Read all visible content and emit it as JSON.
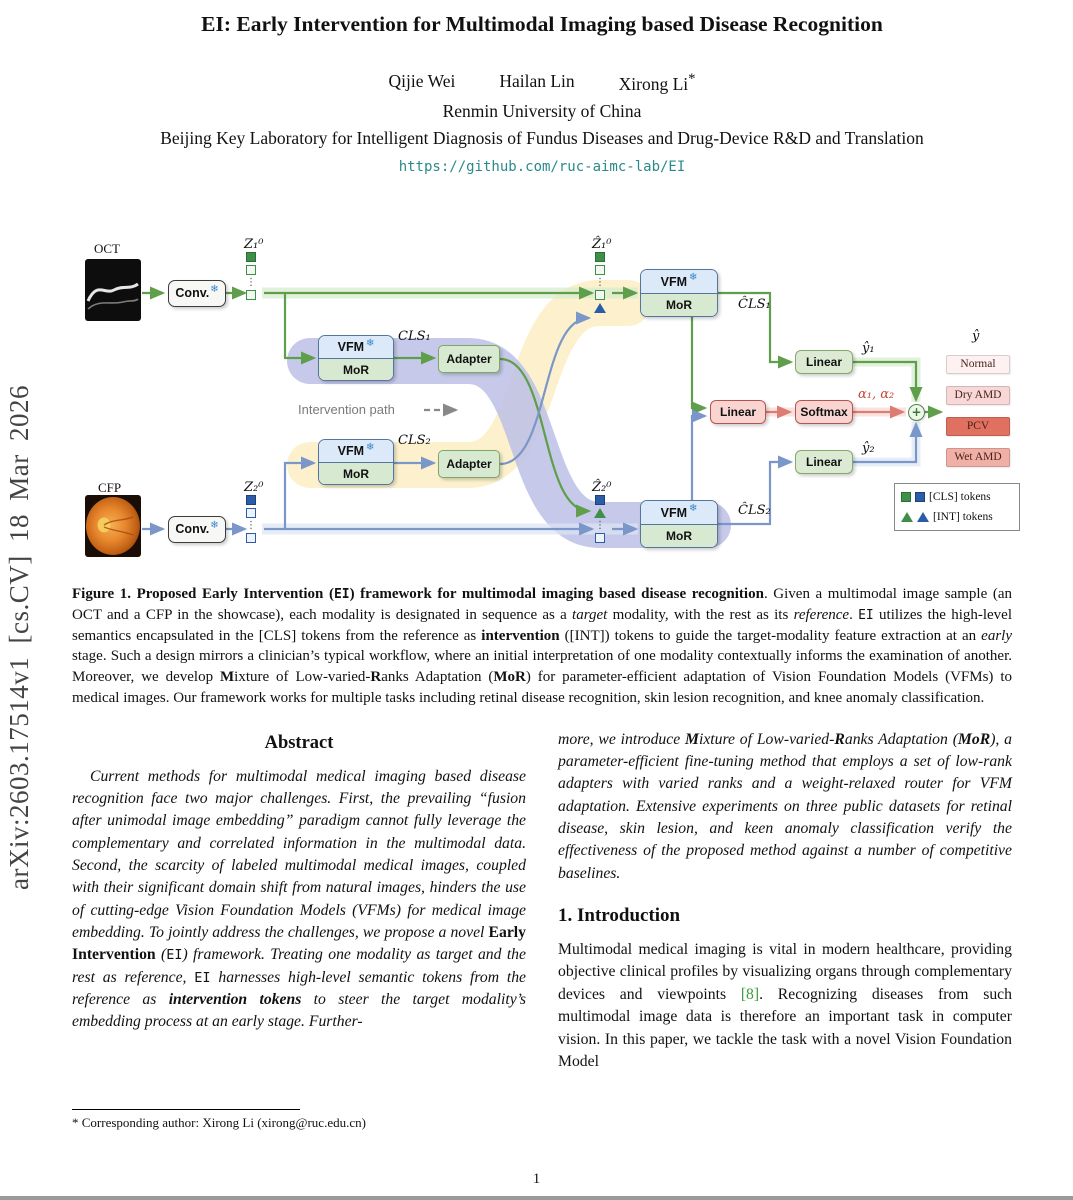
{
  "sidebar": {
    "arxiv_stamp": "arXiv:2603.17514v1 [cs.CV] 18 Mar 2026"
  },
  "header": {
    "title": "EI: Early Intervention for Multimodal Imaging based Disease Recognition",
    "authors": [
      {
        "name": "Qijie Wei"
      },
      {
        "name": "Hailan Lin"
      },
      {
        "name": "Xirong Li"
      }
    ],
    "author_mark": "*",
    "affiliation": "Renmin University of China",
    "lab_line": "Beijing Key Laboratory for Intelligent Diagnosis of Fundus Diseases and Drug-Device R&D and Translation",
    "repo_url": "https://github.com/ruc-aimc-lab/EI"
  },
  "figure": {
    "oct_label": "OCT",
    "cfp_label": "CFP",
    "conv_label": "Conv.",
    "frozen_icon": "❄",
    "vfm_label": "VFM",
    "mor_label": "MoR",
    "adapter_label": "Adapter",
    "intervention_path_label": "Intervention path",
    "dots": "⋮",
    "tokens": {
      "z1": "Z₁⁰",
      "z2": "Z₂⁰",
      "z1_hat": "Ẑ₁⁰",
      "z2_hat": "Ẑ₂⁰",
      "cls1": "CLS₁",
      "cls2": "CLS₂",
      "cls1_hat": "ĈLS₁",
      "cls2_hat": "ĈLS₂"
    },
    "heads": {
      "linear_label": "Linear",
      "softmax_label": "Softmax",
      "alpha_label": "α₁, α₂",
      "y1_label": "ŷ₁",
      "y2_label": "ŷ₂",
      "y_label": "ŷ",
      "plus_label": "+"
    },
    "classes": [
      {
        "label": "Normal",
        "color": "#fdf1f1"
      },
      {
        "label": "Dry AMD",
        "color": "#f7d8d6"
      },
      {
        "label": "PCV",
        "color": "#e0705f"
      },
      {
        "label": "Wet AMD",
        "color": "#f1b0a6"
      }
    ],
    "legend": {
      "cls_tokens": "[CLS] tokens",
      "int_tokens": "[INT] tokens"
    },
    "palette": {
      "token_green": "#3e9049",
      "token_blue": "#2b5ca8",
      "arrow_green": "#5f9e4a",
      "arrow_blue": "#7b96c9",
      "arrow_pink": "#dd7c72",
      "band_purple": "#bcc0e6",
      "band_yellow": "#fcf0c6"
    }
  },
  "caption": {
    "lead_bold_1": "Figure 1. Proposed Early Intervention (",
    "lead_mono": "EI",
    "lead_bold_2": ") framework for multimodal imaging based disease recognition",
    "body_1": ". Given a multimodal image sample (an OCT and a CFP in the showcase), each modality is designated in sequence as a ",
    "it_target": "target",
    "body_2": " modality, with the rest as its ",
    "it_reference": "reference",
    "body_3": ". ",
    "mono_ei": "EI",
    "body_4": " utilizes the high-level semantics encapsulated in the [CLS] tokens from the reference as ",
    "b_intervention": "intervention",
    "body_5": " ([INT]) tokens to guide the target-modality feature extraction at an ",
    "it_early": "early",
    "body_6": " stage. Such a design mirrors a clinician’s typical workflow, where an initial interpretation of one modality contextually informs the examination of another. Moreover, we develop ",
    "b_m": "M",
    "body_7": "ixture of Low-varied-",
    "b_r": "R",
    "body_8": "anks Adaptation (",
    "b_mor": "MoR",
    "body_9": ") for parameter-efficient adaptation of Vision Foundation Models (VFMs) to medical images. Our framework works for multiple tasks including retinal disease recognition, skin lesion recognition, and knee anomaly classification."
  },
  "abstract": {
    "heading": "Abstract",
    "p1_italic_1": "Current methods for multimodal medical imaging based disease recognition face two major challenges. First, the prevailing “fusion after unimodal image embedding” paradigm cannot fully leverage the complementary and correlated information in the multimodal data. Second, the scarcity of labeled multimodal medical images, coupled with their significant domain shift from natural images, hinders the use of cutting-edge Vision Foundation Models (VFMs) for medical image embedding. To jointly address the challenges, we propose a novel ",
    "p1_bold": "Early Intervention",
    "p1_italic_2": " (",
    "p1_mono_1": "EI",
    "p1_italic_3": ") framework. Treating one modality as target and the rest as reference, ",
    "p1_mono_2": "EI",
    "p1_italic_4": " harnesses high-level semantic tokens from the reference as ",
    "p1_bolditalic": "intervention tokens",
    "p1_italic_5": " to steer the target modality’s embedding process at an early stage. Further-",
    "p2_italic_1": "more, we introduce ",
    "p2_bi_m": "M",
    "p2_italic_2": "ixture of Low-varied-",
    "p2_bi_r": "R",
    "p2_italic_3": "anks Adaptation (",
    "p2_bi_mor": "MoR",
    "p2_italic_4": "), a parameter-efficient fine-tuning method that employs a set of low-rank adapters with varied ranks and a weight-relaxed router for VFM adaptation. Extensive experiments on three public datasets for retinal disease, skin lesion, and keen anomaly classification verify the effectiveness of the proposed method against a number of competitive baselines."
  },
  "intro": {
    "heading": "1. Introduction",
    "p1_1": "Multimodal medical imaging is vital in modern healthcare, providing objective clinical profiles by visualizing organs through complementary devices and viewpoints ",
    "cite_8": "[8]",
    "p1_2": ". Recognizing diseases from such multimodal image data is therefore an important task in computer vision. In this paper, we tackle the task with a novel Vision Foundation Model"
  },
  "footnote": {
    "text": "* Corresponding author: Xirong Li (xirong@ruc.edu.cn)"
  },
  "page": {
    "number": "1"
  }
}
